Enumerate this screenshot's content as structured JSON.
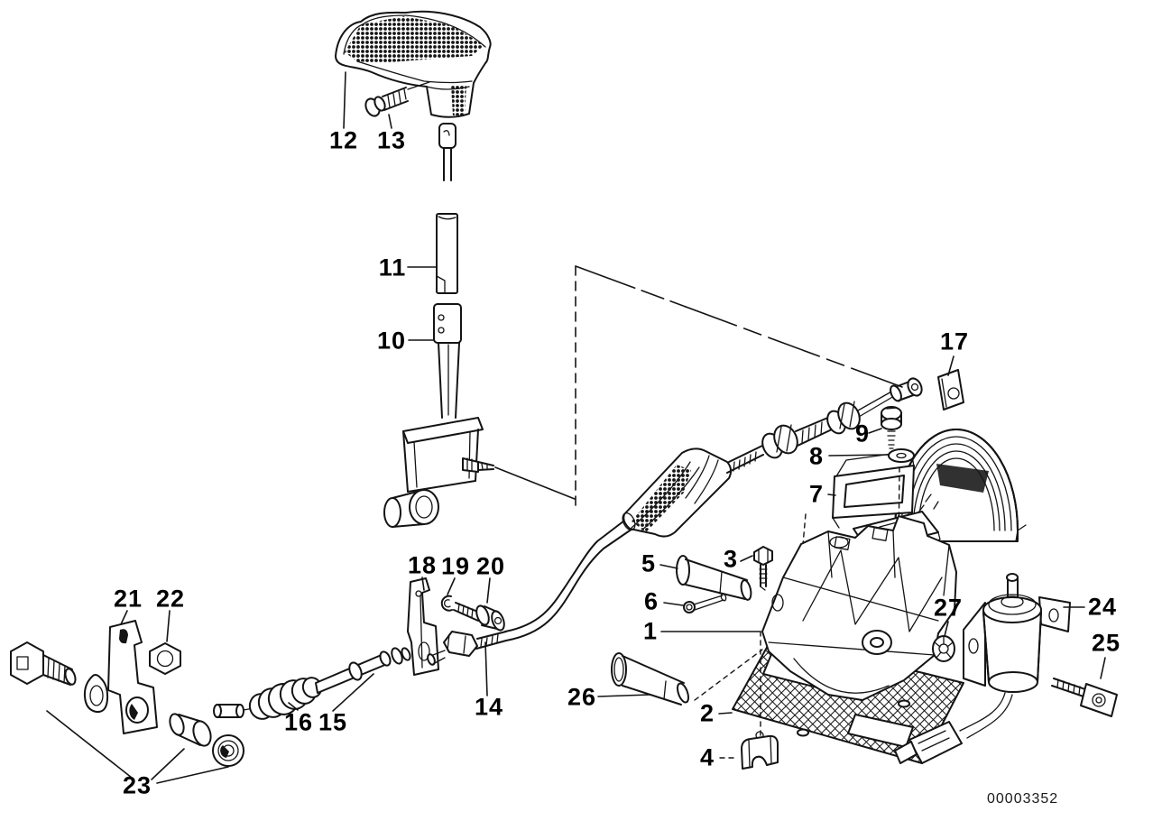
{
  "diagram": {
    "doc_number": "00003352",
    "callouts": {
      "c1": {
        "label": "1"
      },
      "c2": {
        "label": "2"
      },
      "c3": {
        "label": "3"
      },
      "c4": {
        "label": "4"
      },
      "c5": {
        "label": "5"
      },
      "c6": {
        "label": "6"
      },
      "c7": {
        "label": "7"
      },
      "c8": {
        "label": "8"
      },
      "c9": {
        "label": "9"
      },
      "c10": {
        "label": "10"
      },
      "c11": {
        "label": "11"
      },
      "c12": {
        "label": "12"
      },
      "c13": {
        "label": "13"
      },
      "c14": {
        "label": "14"
      },
      "c15": {
        "label": "15"
      },
      "c16": {
        "label": "16"
      },
      "c17": {
        "label": "17"
      },
      "c18": {
        "label": "18"
      },
      "c19": {
        "label": "19"
      },
      "c20": {
        "label": "20"
      },
      "c21": {
        "label": "21"
      },
      "c22": {
        "label": "22"
      },
      "c23": {
        "label": "23"
      },
      "c24": {
        "label": "24"
      },
      "c25": {
        "label": "25"
      },
      "c26": {
        "label": "26"
      },
      "c27": {
        "label": "27"
      }
    }
  }
}
